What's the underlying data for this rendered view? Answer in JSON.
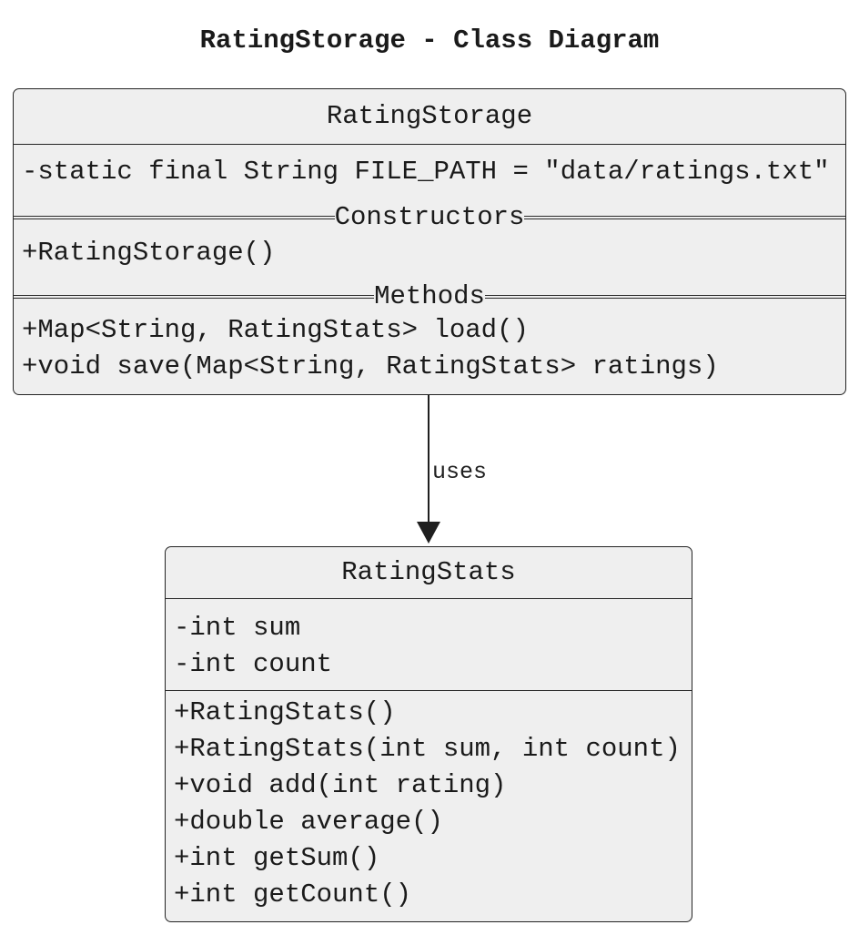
{
  "diagram": {
    "title": "RatingStorage - Class Diagram",
    "colors": {
      "box_fill": "#efefef",
      "box_border": "#242424",
      "text": "#1a1a1a",
      "edge": "#1f1f1f"
    },
    "classes": [
      {
        "name": "RatingStorage",
        "fields": [
          "-static final String FILE_PATH = \"data/ratings.txt\""
        ],
        "sections": [
          {
            "label": "Constructors",
            "members": [
              "+RatingStorage()"
            ]
          },
          {
            "label": "Methods",
            "members": [
              "+Map<String, RatingStats> load()",
              "+void save(Map<String, RatingStats> ratings)"
            ]
          }
        ]
      },
      {
        "name": "RatingStats",
        "attributes": [
          "-int sum",
          "-int count"
        ],
        "methods": [
          "+RatingStats()",
          "+RatingStats(int sum, int count)",
          "+void add(int rating)",
          "+double average()",
          "+int getSum()",
          "+int getCount()"
        ]
      }
    ],
    "relationship": {
      "label": "uses",
      "from": "RatingStorage",
      "to": "RatingStats",
      "type": "directed-arrow"
    }
  }
}
